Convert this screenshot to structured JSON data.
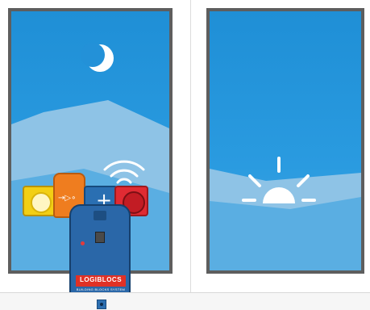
{
  "scene": {
    "left_window": {
      "label": "night scene",
      "elements": [
        "moon-icon",
        "mountains",
        "wifi-signal-icon",
        "logic-blocks-device"
      ]
    },
    "right_window": {
      "label": "day scene",
      "elements": [
        "sun-icon",
        "mountains"
      ]
    }
  },
  "device": {
    "brand": "LOGIBLOCS",
    "sub": "BUILDING BLOCKS SYSTEM"
  },
  "colors": {
    "sky": "#2a9be0",
    "mountain_far": "#8ec3e6",
    "mountain_near": "#5aaee2",
    "frame": "#5e5e5e",
    "celestial": "#ffffff"
  }
}
